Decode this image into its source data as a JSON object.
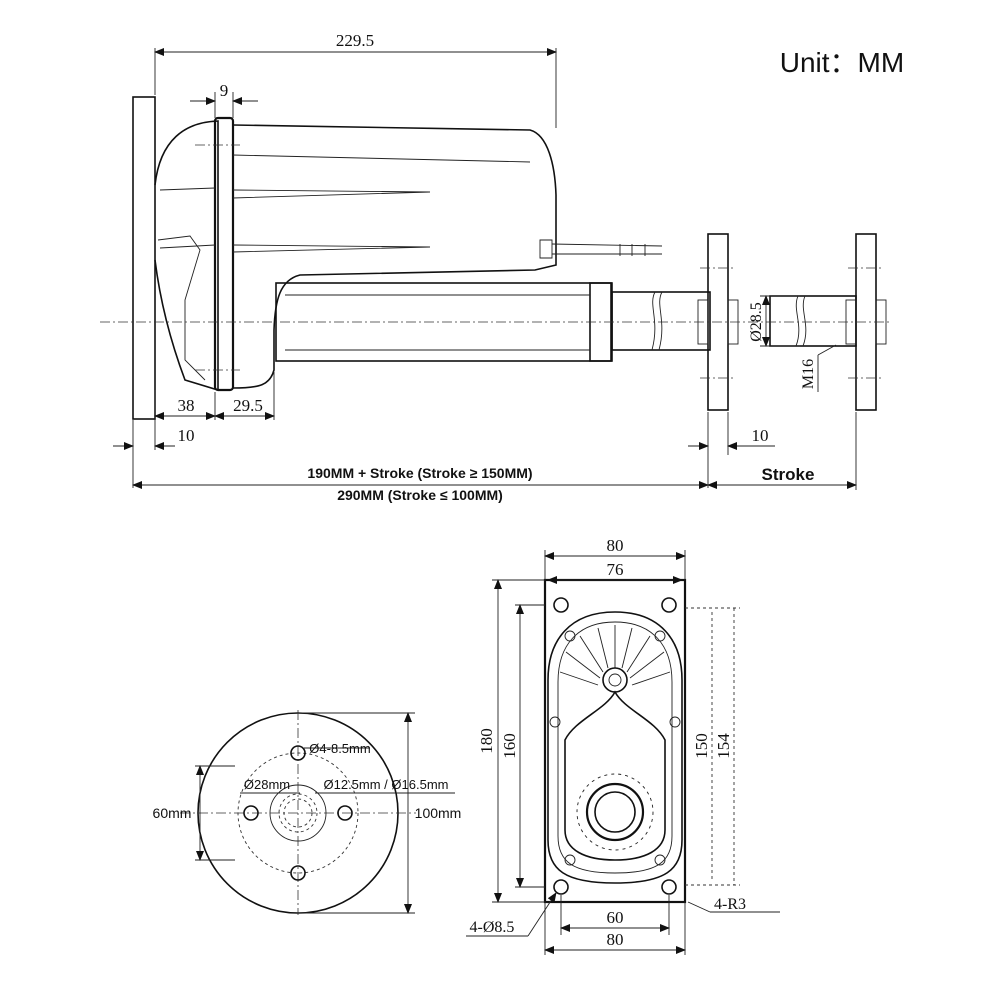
{
  "unit_label": "Unit：MM",
  "side_view": {
    "overall_length": "229.5",
    "flange_width": "9",
    "dim_38": "38",
    "dim_29_5": "29.5",
    "dim_10_left": "10",
    "dim_10_right": "10",
    "rod_diameter": "Ø28.5",
    "thread": "M16",
    "stroke": "Stroke",
    "length_note_1": "190MM + Stroke (Stroke ≥ 150MM)",
    "length_note_2": "290MM (Stroke ≤ 100MM)"
  },
  "flange_view": {
    "hole_spec": "Ø4-8.5mm",
    "center_diameter": "Ø28mm",
    "bore_spec": "Ø12.5mm / Ø16.5mm",
    "pcd": "60mm",
    "outer_diameter": "100mm"
  },
  "base_view": {
    "width_outer": "80",
    "width_inner": "76",
    "height_outer": "180",
    "height_inner": "160",
    "hole_spacing_v": "150",
    "height_alt": "154",
    "hole_spacing_h": "60",
    "width_bottom": "80",
    "holes": "4-Ø8.5",
    "corner_radius": "4-R3"
  }
}
